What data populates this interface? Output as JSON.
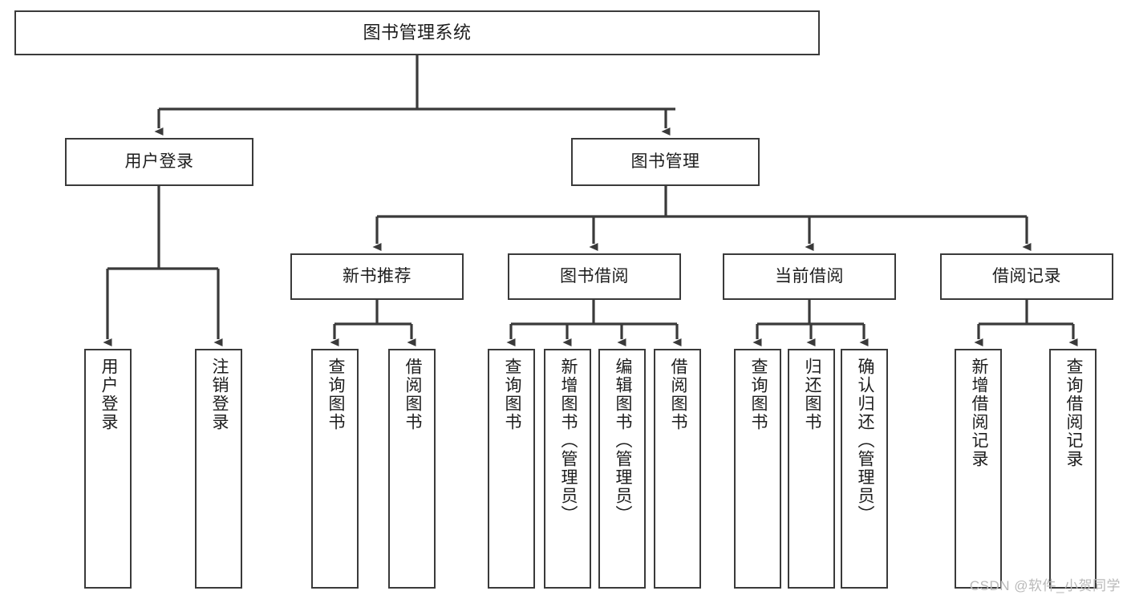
{
  "diagram": {
    "title": "图书管理系统",
    "watermark": "CSDN @软件_小贺同学",
    "stroke_color": "#3a3a3a",
    "background_color": "#ffffff",
    "text_color": "#1d1d1d",
    "levels": {
      "root": {
        "label": "图书管理系统"
      },
      "level2": [
        {
          "label": "用户登录"
        },
        {
          "label": "图书管理"
        }
      ],
      "level3": [
        {
          "label": "新书推荐"
        },
        {
          "label": "图书借阅"
        },
        {
          "label": "当前借阅"
        },
        {
          "label": "借阅记录"
        }
      ],
      "leaves": {
        "user_login": [
          {
            "label": "用户登录"
          },
          {
            "label": "注销登录"
          }
        ],
        "new_book_recommend": [
          {
            "label": "查询图书"
          },
          {
            "label": "借阅图书"
          }
        ],
        "book_borrow": [
          {
            "label": "查询图书"
          },
          {
            "label": "新增图书（管理员）"
          },
          {
            "label": "编辑图书（管理员）"
          },
          {
            "label": "借阅图书"
          }
        ],
        "current_borrow": [
          {
            "label": "查询图书"
          },
          {
            "label": "归还图书"
          },
          {
            "label": "确认归还（管理员）"
          }
        ],
        "borrow_record": [
          {
            "label": "新增借阅记录"
          },
          {
            "label": "查询借阅记录"
          }
        ]
      }
    }
  }
}
